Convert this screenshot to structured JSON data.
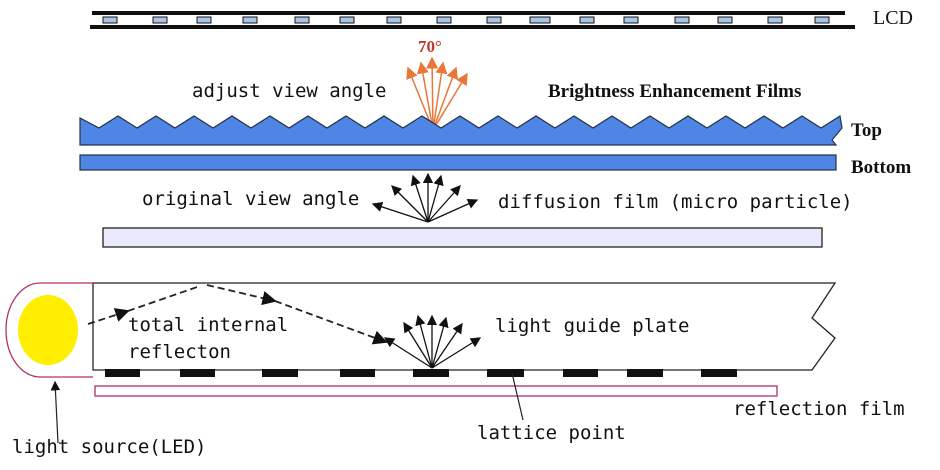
{
  "labels": {
    "lcd": "LCD",
    "angle": "70°",
    "adjust_view_angle": "adjust view angle",
    "bef": "Brightness Enhancement Films",
    "top": "Top",
    "bottom": "Bottom",
    "original_view_angle": "original view angle",
    "diffusion_film": "diffusion film  (micro particle)",
    "total_internal": "total internal",
    "reflecton": "reflecton",
    "light_guide_plate": "light guide plate",
    "reflection_film": "reflection film",
    "lattice_point": "lattice point",
    "light_source": "light source(LED)"
  },
  "colors": {
    "bef_blue": "#4f86e6",
    "diffusion": "#e9ebfb",
    "led": "#ffee00",
    "housing": "#b0306a",
    "orange_rays": "#e8773a",
    "angle_text": "#c0392b"
  }
}
